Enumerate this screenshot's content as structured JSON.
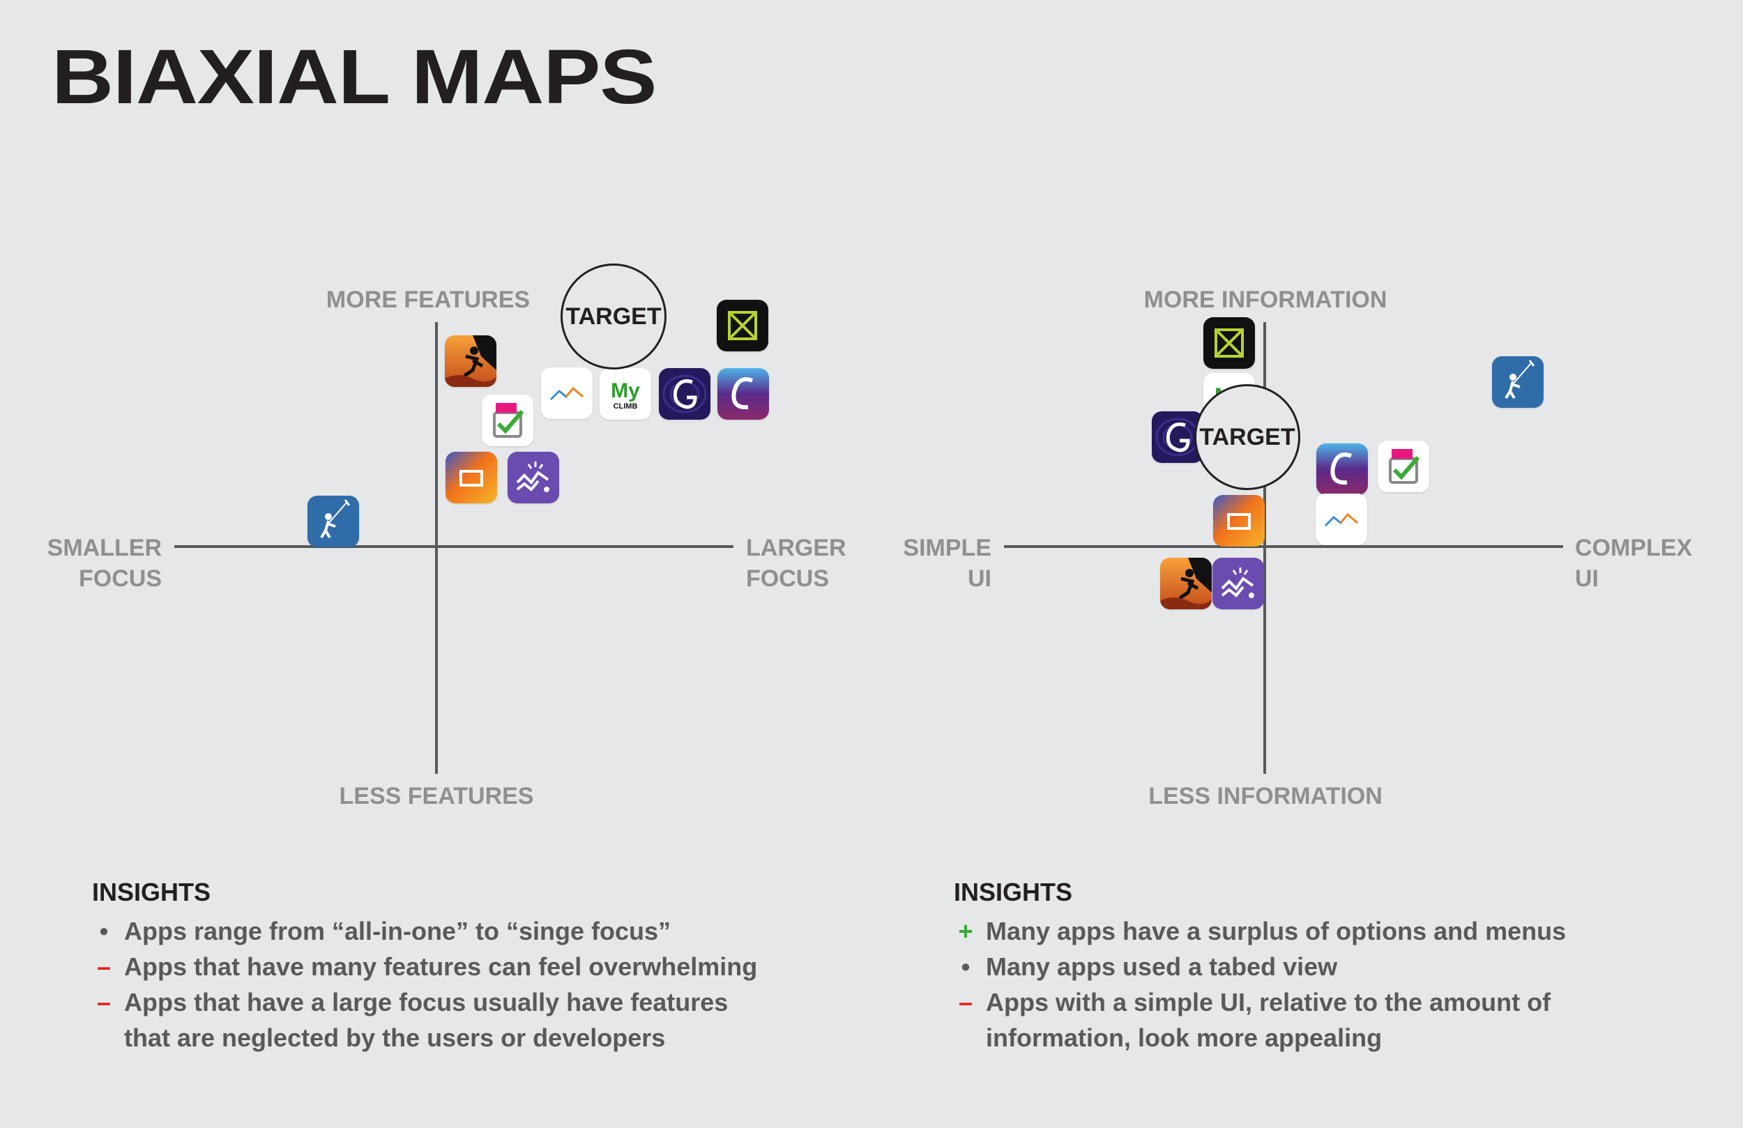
{
  "title": "BIAXIAL MAPS",
  "colors": {
    "background": "#e6e7e8",
    "axis": "#595959",
    "axis_label": "#8e8f91",
    "plus": "#3aaa35",
    "minus": "#e2231a",
    "bullet": "#58595b"
  },
  "map_left": {
    "top_label": "MORE FEATURES",
    "bottom_label": "LESS FEATURES",
    "left_label_1": "SMALLER",
    "left_label_2": "FOCUS",
    "right_label_1": "LARGER",
    "right_label_2": "FOCUS",
    "target_label": "TARGET"
  },
  "map_right": {
    "top_label": "MORE INFORMATION",
    "bottom_label": "LESS INFORMATION",
    "left_label_1": "SIMPLE",
    "left_label_2": "UI",
    "right_label_1": "COMPLEX",
    "right_label_2": "UI",
    "target_label": "TARGET"
  },
  "app_icons": {
    "climber_silhouette": "climber-sunset-app-icon",
    "checklist": "checklist-app-icon",
    "line_graph": "line-graph-app-icon",
    "myclimb": "myclimb-app-icon",
    "myclimb_text_1": "My",
    "myclimb_text_2": "CLIMB",
    "g_topo": "g-topo-app-icon",
    "c_gradient": "c-gradient-app-icon",
    "x_box": "x-box-app-icon",
    "orange_frame": "orange-frame-app-icon",
    "purple_wave": "purple-wave-app-icon",
    "blue_rappel": "blue-rappel-app-icon"
  },
  "insights_left": {
    "heading": "INSIGHTS",
    "items": [
      {
        "marker": "•",
        "type": "bullet",
        "text": "Apps range from “all-in-one” to “singe focus”"
      },
      {
        "marker": "–",
        "type": "minus",
        "text": "Apps that have many features can feel overwhelming"
      },
      {
        "marker": "–",
        "type": "minus",
        "text": "Apps that have a large focus usually have features that are neglected by the users or developers"
      }
    ]
  },
  "insights_right": {
    "heading": "INSIGHTS",
    "items": [
      {
        "marker": "+",
        "type": "plus",
        "text": "Many apps have a surplus of options and menus"
      },
      {
        "marker": "•",
        "type": "bullet",
        "text": "Many apps used a tabed view"
      },
      {
        "marker": "–",
        "type": "minus",
        "text": "Apps with a simple UI, relative to the amount of information, look more appealing"
      }
    ]
  }
}
